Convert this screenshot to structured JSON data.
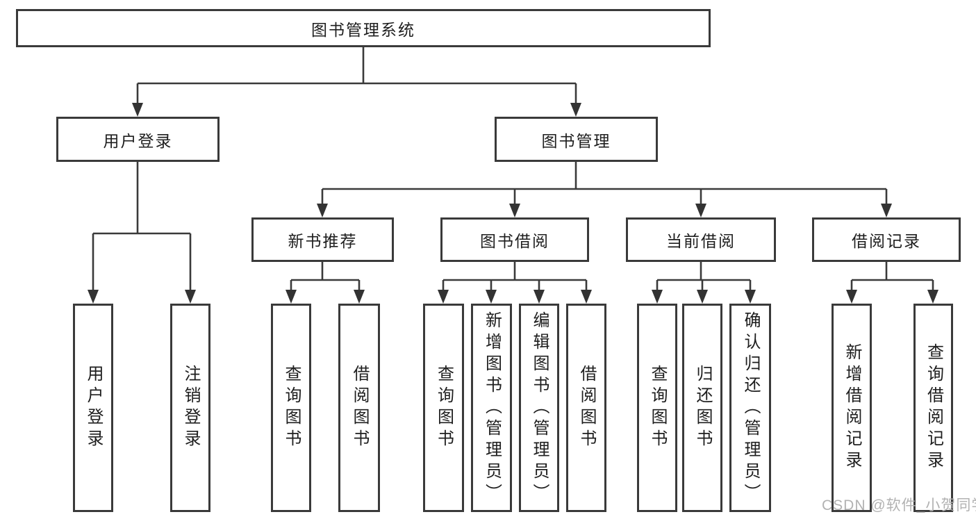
{
  "tree": {
    "root": "图书管理系统",
    "branches": [
      {
        "label": "用户登录",
        "children": [
          {
            "label": "用户登录"
          },
          {
            "label": "注销登录"
          }
        ]
      },
      {
        "label": "图书管理",
        "children": [
          {
            "label": "新书推荐",
            "children": [
              {
                "label": "查询图书"
              },
              {
                "label": "借阅图书"
              }
            ]
          },
          {
            "label": "图书借阅",
            "children": [
              {
                "label": "查询图书"
              },
              {
                "label": "新增图书（管理员）"
              },
              {
                "label": "编辑图书（管理员）"
              },
              {
                "label": "借阅图书"
              }
            ]
          },
          {
            "label": "当前借阅",
            "children": [
              {
                "label": "查询图书"
              },
              {
                "label": "归还图书"
              },
              {
                "label": "确认归还（管理员）"
              }
            ]
          },
          {
            "label": "借阅记录",
            "children": [
              {
                "label": "新增借阅记录"
              },
              {
                "label": "查询借阅记录"
              }
            ]
          }
        ]
      }
    ]
  },
  "watermark": "CSDN @软件_小贺同学",
  "colors": {
    "line": "#3a3a3a",
    "text": "#1e1e1e",
    "box_fill": "#ffffff",
    "watermark": "#b2b2b2"
  }
}
